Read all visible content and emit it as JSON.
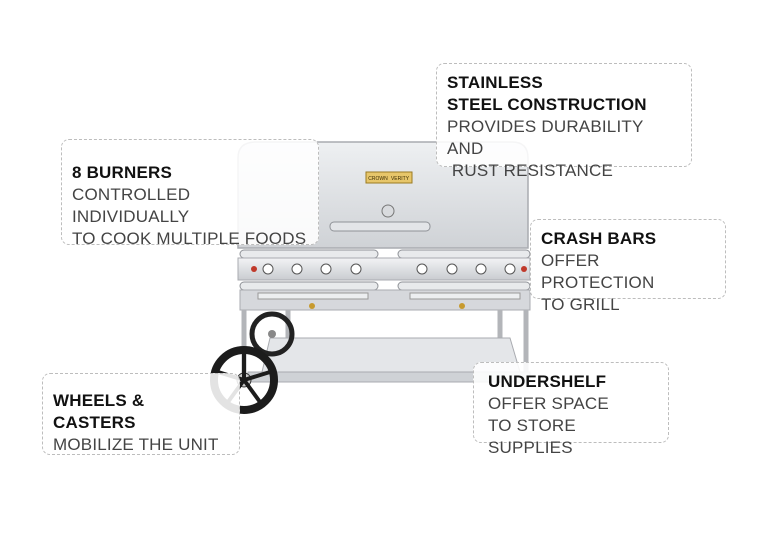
{
  "badge": {
    "brand_left": "CROWN",
    "brand_right": "VERITY"
  },
  "callouts": {
    "stainless": {
      "title_1": "STAINLESS",
      "title_2": "STEEL CONSTRUCTION",
      "body_1": "PROVIDES DURABILITY AND",
      "body_2": " RUST RESISTANCE"
    },
    "burners": {
      "title": "8 BURNERS",
      "body_1": "CONTROLLED INDIVIDUALLY",
      "body_2": "TO COOK MULTIPLE FOODS"
    },
    "crash": {
      "title": "CRASH BARS",
      "body_1": "OFFER PROTECTION",
      "body_2": "TO GRILL"
    },
    "wheels": {
      "title": "WHEELS & CASTERS",
      "body_1": "MOBILIZE THE UNIT"
    },
    "undershelf": {
      "title": "UNDERSHELF",
      "body_1": "OFFER SPACE",
      "body_2": "TO STORE SUPPLIES"
    }
  },
  "colors": {
    "steel": "#dcdde0",
    "steel_dark": "#a9abb0",
    "badge_gold": "#e7c66a",
    "knob_red": "#c0392b",
    "wheel": "#1c1c1c"
  }
}
